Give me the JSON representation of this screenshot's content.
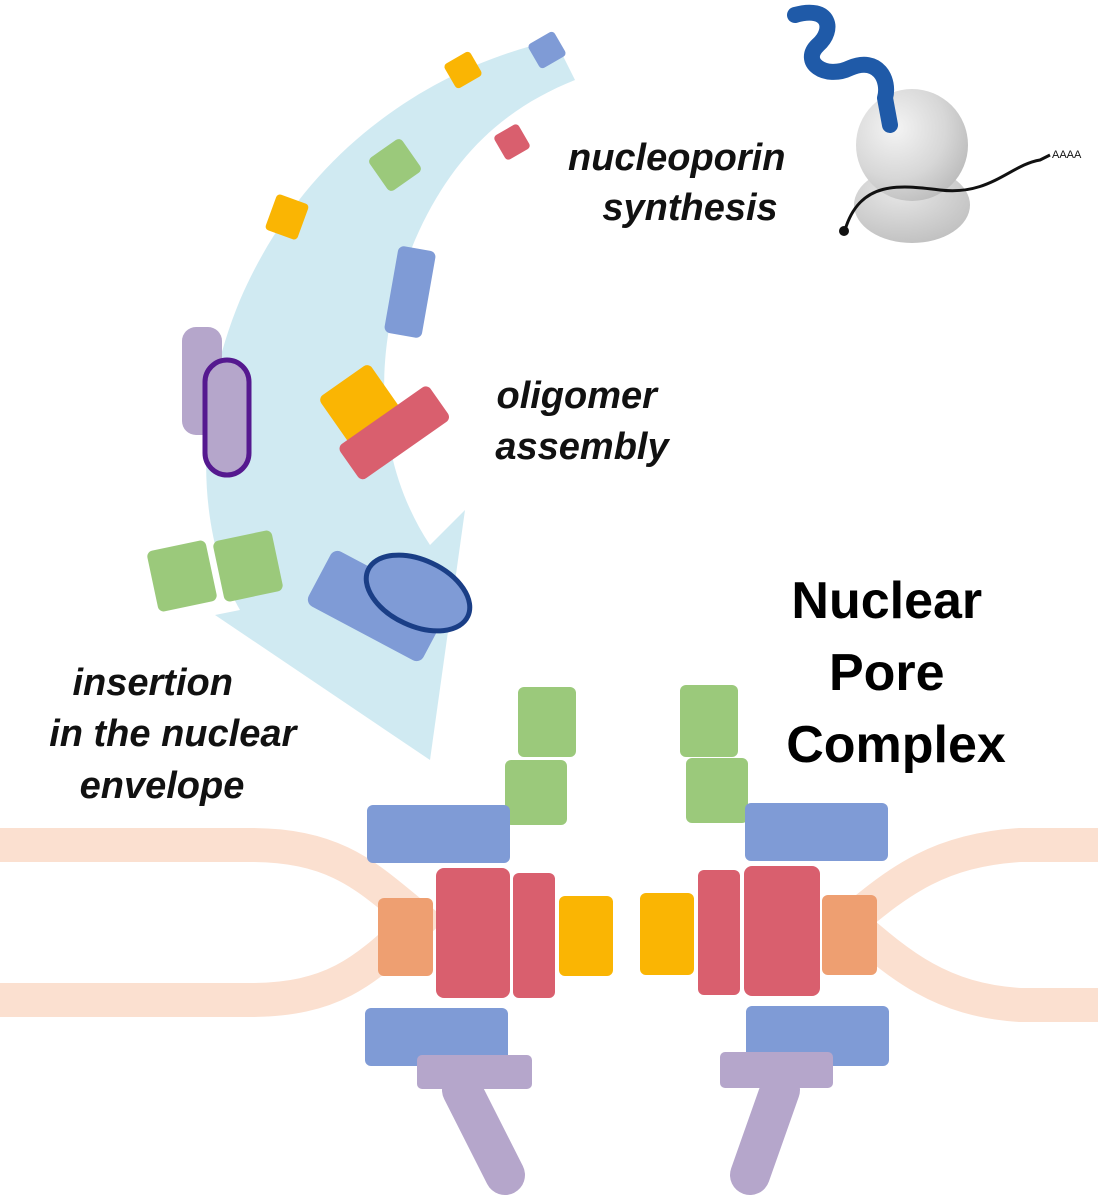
{
  "labels": {
    "synthesis": [
      "nucleoporin",
      "synthesis"
    ],
    "assembly": [
      "oligomer",
      "assembly"
    ],
    "insertion": [
      "insertion",
      "in the nuclear",
      "envelope"
    ],
    "title": [
      "Nuclear",
      "Pore",
      "Complex"
    ],
    "poly_a": "AAAA"
  },
  "colors": {
    "arrow": "#cde9f1",
    "envelope": "#fbe0d0",
    "blue": "#7f9bd6",
    "red": "#d95f6e",
    "orange": "#fab503",
    "green": "#9bc97b",
    "purple": "#b5a6cb",
    "peach": "#ee9f71",
    "dark_blue": "#1a3e86",
    "dark_purple": "#55198f",
    "mrna_protein": "#1f5aa8"
  }
}
